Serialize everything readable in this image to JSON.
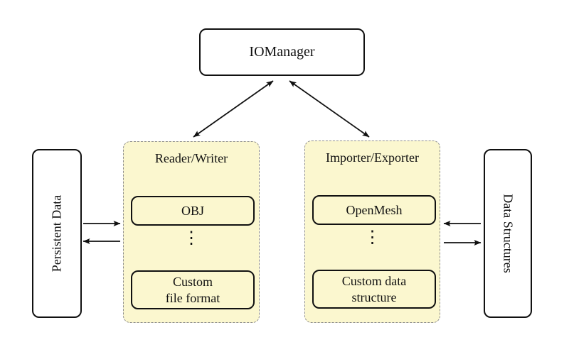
{
  "diagram": {
    "io_manager": {
      "label": "IOManager"
    },
    "left_group": {
      "title": "Reader/Writer",
      "item_top": "OBJ",
      "dots": "⋮",
      "item_bottom_line1": "Custom",
      "item_bottom_line2": "file format"
    },
    "right_group": {
      "title": "Importer/Exporter",
      "item_top": "OpenMesh",
      "dots": "⋮",
      "item_bottom_line1": "Custom data",
      "item_bottom_line2": "structure"
    },
    "left_side": {
      "label": "Persistent Data"
    },
    "right_side": {
      "label": "Data Structures"
    },
    "colors": {
      "group_fill": "#fbf7cf",
      "group_dash_border": "#8f8f8f",
      "node_border": "#111111",
      "arrow": "#111111",
      "background": "#ffffff"
    }
  }
}
